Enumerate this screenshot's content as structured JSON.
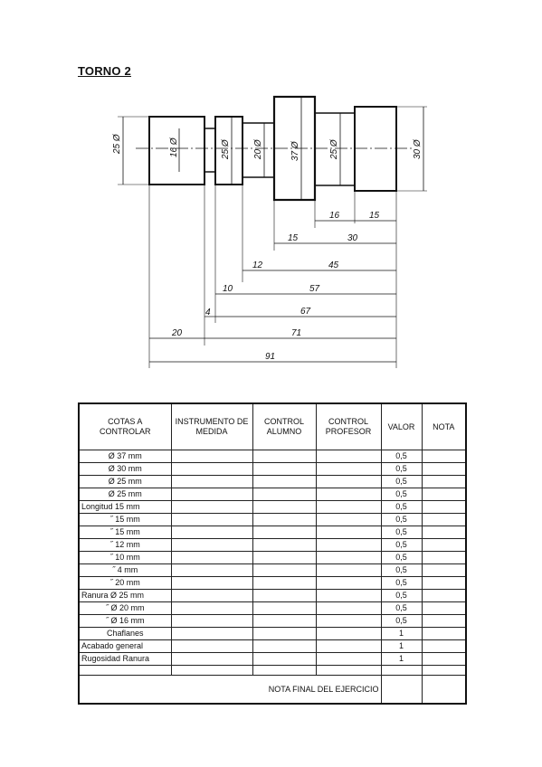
{
  "title": "TORNO 2",
  "drawing": {
    "diameters": [
      "25 Ø",
      "16 Ø",
      "25 Ø",
      "20 Ø",
      "37 Ø",
      "25 Ø",
      "30 Ø"
    ],
    "lengths": [
      "16",
      "15",
      "15",
      "30",
      "12",
      "45",
      "10",
      "57",
      "4",
      "67",
      "20",
      "71",
      "91"
    ]
  },
  "table": {
    "headers": {
      "cotas": "COTAS A CONTROLAR",
      "instrumento": "INSTRUMENTO DE MEDIDA",
      "alumno": "CONTROL ALUMNO",
      "profesor": "CONTROL PROFESOR",
      "valor": "VALOR",
      "nota": "NOTA"
    },
    "rows": [
      {
        "label": "Ø 37 mm",
        "value": "0,5"
      },
      {
        "label": "Ø 30 mm",
        "value": "0,5"
      },
      {
        "label": "Ø 25 mm",
        "value": "0,5"
      },
      {
        "label": "Ø 25 mm",
        "value": "0,5"
      },
      {
        "label": "Longitud 15 mm",
        "value": "0,5"
      },
      {
        "label": "˝ 15 mm",
        "value": "0,5"
      },
      {
        "label": "˝ 15 mm",
        "value": "0,5"
      },
      {
        "label": "˝ 12 mm",
        "value": "0,5"
      },
      {
        "label": "˝ 10 mm",
        "value": "0,5"
      },
      {
        "label": "˝ 4 mm",
        "value": "0,5"
      },
      {
        "label": "˝ 20 mm",
        "value": "0,5"
      },
      {
        "label": "Ranura Ø 25 mm",
        "value": "0,5"
      },
      {
        "label": "˝ Ø 20 mm",
        "value": "0,5"
      },
      {
        "label": "˝ Ø 16 mm",
        "value": "0,5"
      },
      {
        "label": "Chaflanes",
        "value": "1"
      },
      {
        "label": "Acabado general",
        "value": "1"
      },
      {
        "label": "Rugosidad Ranura",
        "value": "1"
      }
    ],
    "final_label": "NOTA FINAL DEL EJERCICIO"
  }
}
